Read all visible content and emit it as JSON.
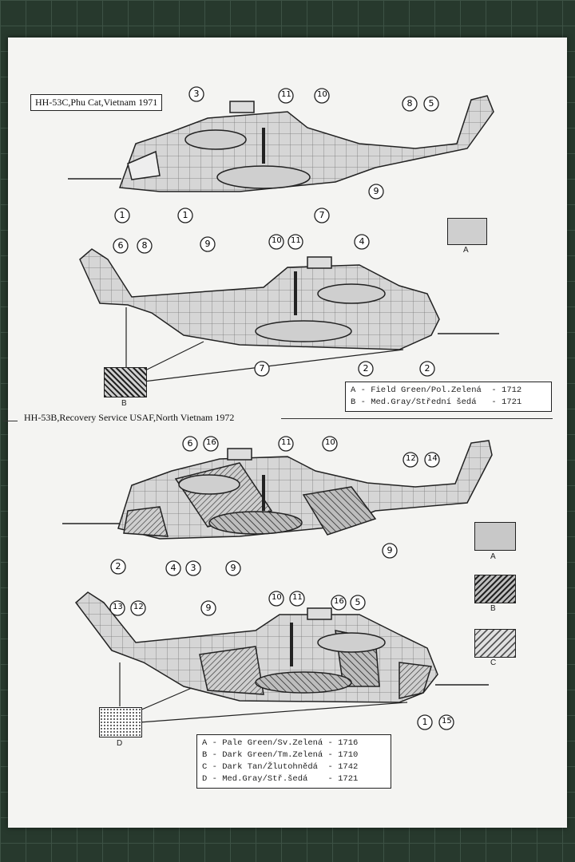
{
  "sheet": {
    "section1": {
      "title": "HH-53C,Phu Cat,Vietnam 1971",
      "swatch_label": "A",
      "legend": [
        "A - Field Green/Pol.Zelená  - 1712",
        "B - Med.Gray/Střední šedá   - 1721"
      ],
      "callout_B": "B"
    },
    "section2": {
      "title": "HH-53B,Recovery Service USAF,North Vietnam 1972",
      "swatch_labels": [
        "A",
        "B",
        "C"
      ],
      "legend": [
        "A - Pale Green/Sv.Zelená - 1716",
        "B - Dark Green/Tm.Zelená - 1710",
        "C - Dark Tan/Žlutohnědá  - 1742",
        "D - Med.Gray/Stř.šedá    - 1721"
      ],
      "callout_D": "D"
    },
    "callouts": {
      "heli1": [
        "3",
        "11",
        "10",
        "8",
        "5",
        "1",
        "1",
        "7",
        "9"
      ],
      "heli2": [
        "6",
        "8",
        "9",
        "10",
        "11",
        "4",
        "7",
        "2",
        "2"
      ],
      "heli3": [
        "6",
        "16",
        "11",
        "10",
        "12",
        "14",
        "2",
        "4",
        "3",
        "9",
        "9"
      ],
      "heli4": [
        "13",
        "12",
        "9",
        "10",
        "11",
        "16",
        "5",
        "1",
        "15"
      ]
    },
    "colors": {
      "mat": "#27392d",
      "paper": "#f4f4f2",
      "ink": "#222222",
      "gray_fill": "#d4d4d4"
    }
  }
}
